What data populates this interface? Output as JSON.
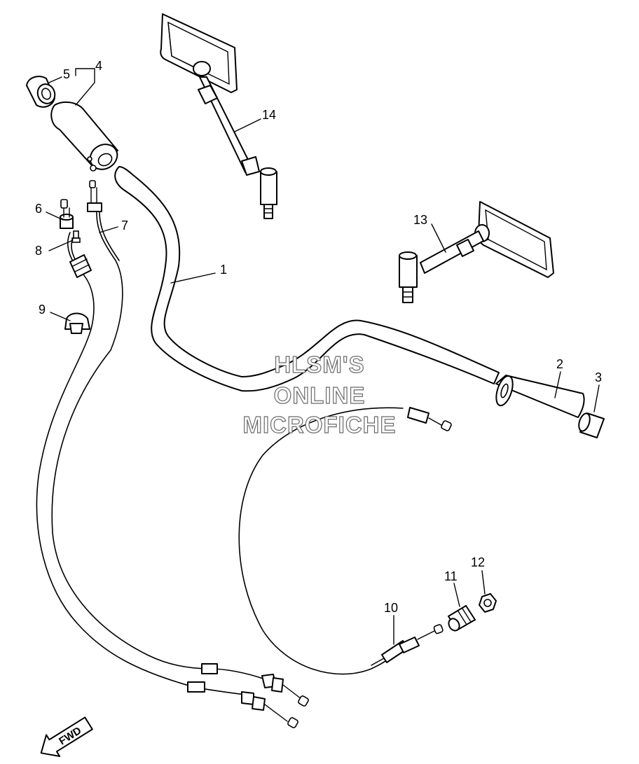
{
  "diagram": {
    "callouts": {
      "c1": "1",
      "c2": "2",
      "c3": "3",
      "c4": "4",
      "c5": "5",
      "c6": "6",
      "c7": "7",
      "c8": "8",
      "c9": "9",
      "c10": "10",
      "c11": "11",
      "c12": "12",
      "c13": "13",
      "c14": "14"
    },
    "watermark": {
      "line1": "HLSM'S",
      "line2": "ONLINE",
      "line3": "MICROFICHE"
    },
    "direction_arrow": {
      "label": "FWD"
    }
  }
}
